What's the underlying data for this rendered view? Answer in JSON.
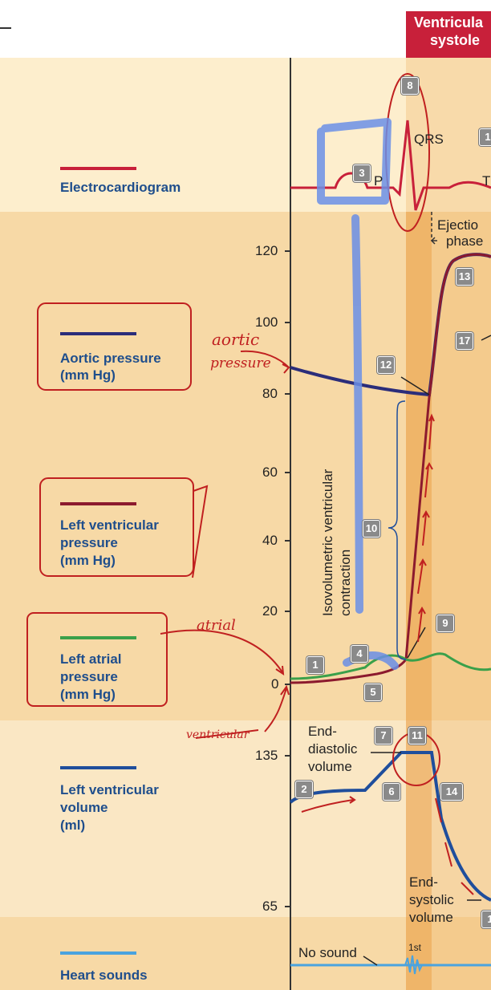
{
  "header": {
    "phase_line1": "Ventricula",
    "phase_line2": "systole"
  },
  "legend": {
    "ecg": {
      "label": "Electrocardiogram",
      "color": "#c8203a"
    },
    "aortic": {
      "label_line1": "Aortic pressure",
      "label_line2": "(mm Hg)",
      "color": "#2b2d7a"
    },
    "lv_pressure": {
      "label_line1": "Left ventricular",
      "label_line2": "pressure",
      "label_line3": "(mm Hg)",
      "color": "#8c1a2e"
    },
    "la_pressure": {
      "label_line1": "Left atrial",
      "label_line2": "pressure",
      "label_line3": "(mm Hg)",
      "color": "#3aa04a"
    },
    "lv_volume": {
      "label_line1": "Left ventricular",
      "label_line2": "volume",
      "label_line3": "(ml)",
      "color": "#1f4e9c"
    },
    "heart_sounds": {
      "label": "Heart sounds",
      "color": "#4aa3df"
    }
  },
  "pressure_axis": {
    "ticks": [
      "120",
      "100",
      "80",
      "60",
      "40",
      "20",
      "0"
    ]
  },
  "volume_axis": {
    "ticks": [
      "135",
      "65"
    ]
  },
  "ecg_labels": {
    "qrs": "QRS",
    "p": "P",
    "t": "T"
  },
  "annotations": {
    "ejection_line1": "Ejectio",
    "ejection_line2": "phase",
    "isovolumetric_line1": "Isovolumetric ventricular",
    "isovolumetric_line2": "contraction",
    "end_diastolic_line1": "End-",
    "end_diastolic_line2": "diastolic",
    "end_diastolic_line3": "volume",
    "end_systolic_line1": "End-",
    "end_systolic_line2": "systolic",
    "end_systolic_line3": "volume",
    "no_sound": "No sound",
    "first_sound": "1st"
  },
  "badges": {
    "b1": "1",
    "b2": "2",
    "b3": "3",
    "b4": "4",
    "b5": "5",
    "b6": "6",
    "b7": "7",
    "b8": "8",
    "b9": "9",
    "b10": "10",
    "b11": "11",
    "b12": "12",
    "b13": "13",
    "b14": "14",
    "b16": "1",
    "b17": "17",
    "b15": "1"
  },
  "handwriting": {
    "aortic_line1": "aortic",
    "aortic_line2": "pressure",
    "atrial": "atrial",
    "ventricular": "ventricular"
  }
}
